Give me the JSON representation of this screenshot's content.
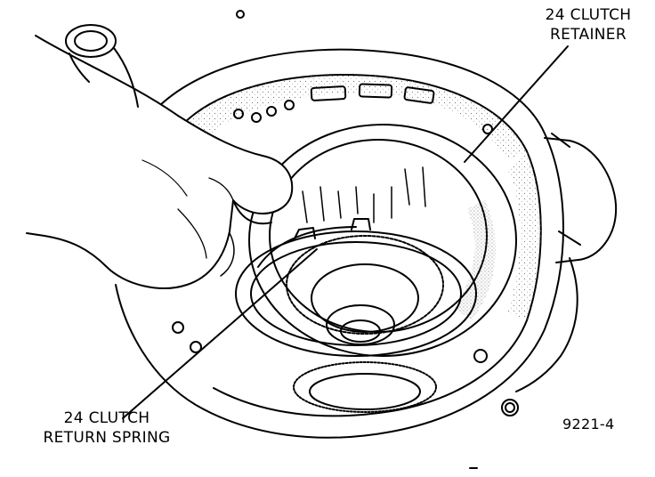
{
  "labels": {
    "retainer_line1": "24 CLUTCH",
    "retainer_line2": "RETAINER",
    "spring_line1": "24 CLUTCH",
    "spring_line2": "RETURN SPRING"
  },
  "figure_id": "9221-4",
  "colors": {
    "ink": "#000000",
    "paper": "#ffffff",
    "stipple": "#9a9a9a"
  }
}
